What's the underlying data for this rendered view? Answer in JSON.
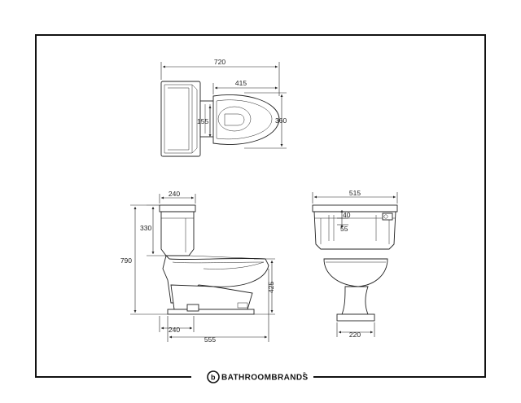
{
  "brand": {
    "name": "BATHROOMBRANDS",
    "mark": "b",
    "registered": "®"
  },
  "plan_view": {
    "overall_width": "720",
    "seat_width": "415",
    "depth": "360",
    "fixing_centres": "155"
  },
  "side_view": {
    "cistern_depth": "240",
    "cistern_height": "330",
    "overall_height": "790",
    "base_depth": "240",
    "overall_projection": "555",
    "rim_height": "425"
  },
  "front_view": {
    "cistern_width": "515",
    "flush_offset_top": "40",
    "flush_offset_bottom": "55",
    "pedestal_width": "220"
  },
  "colors": {
    "line": "#222222",
    "border": "#111111",
    "background": "#ffffff"
  }
}
